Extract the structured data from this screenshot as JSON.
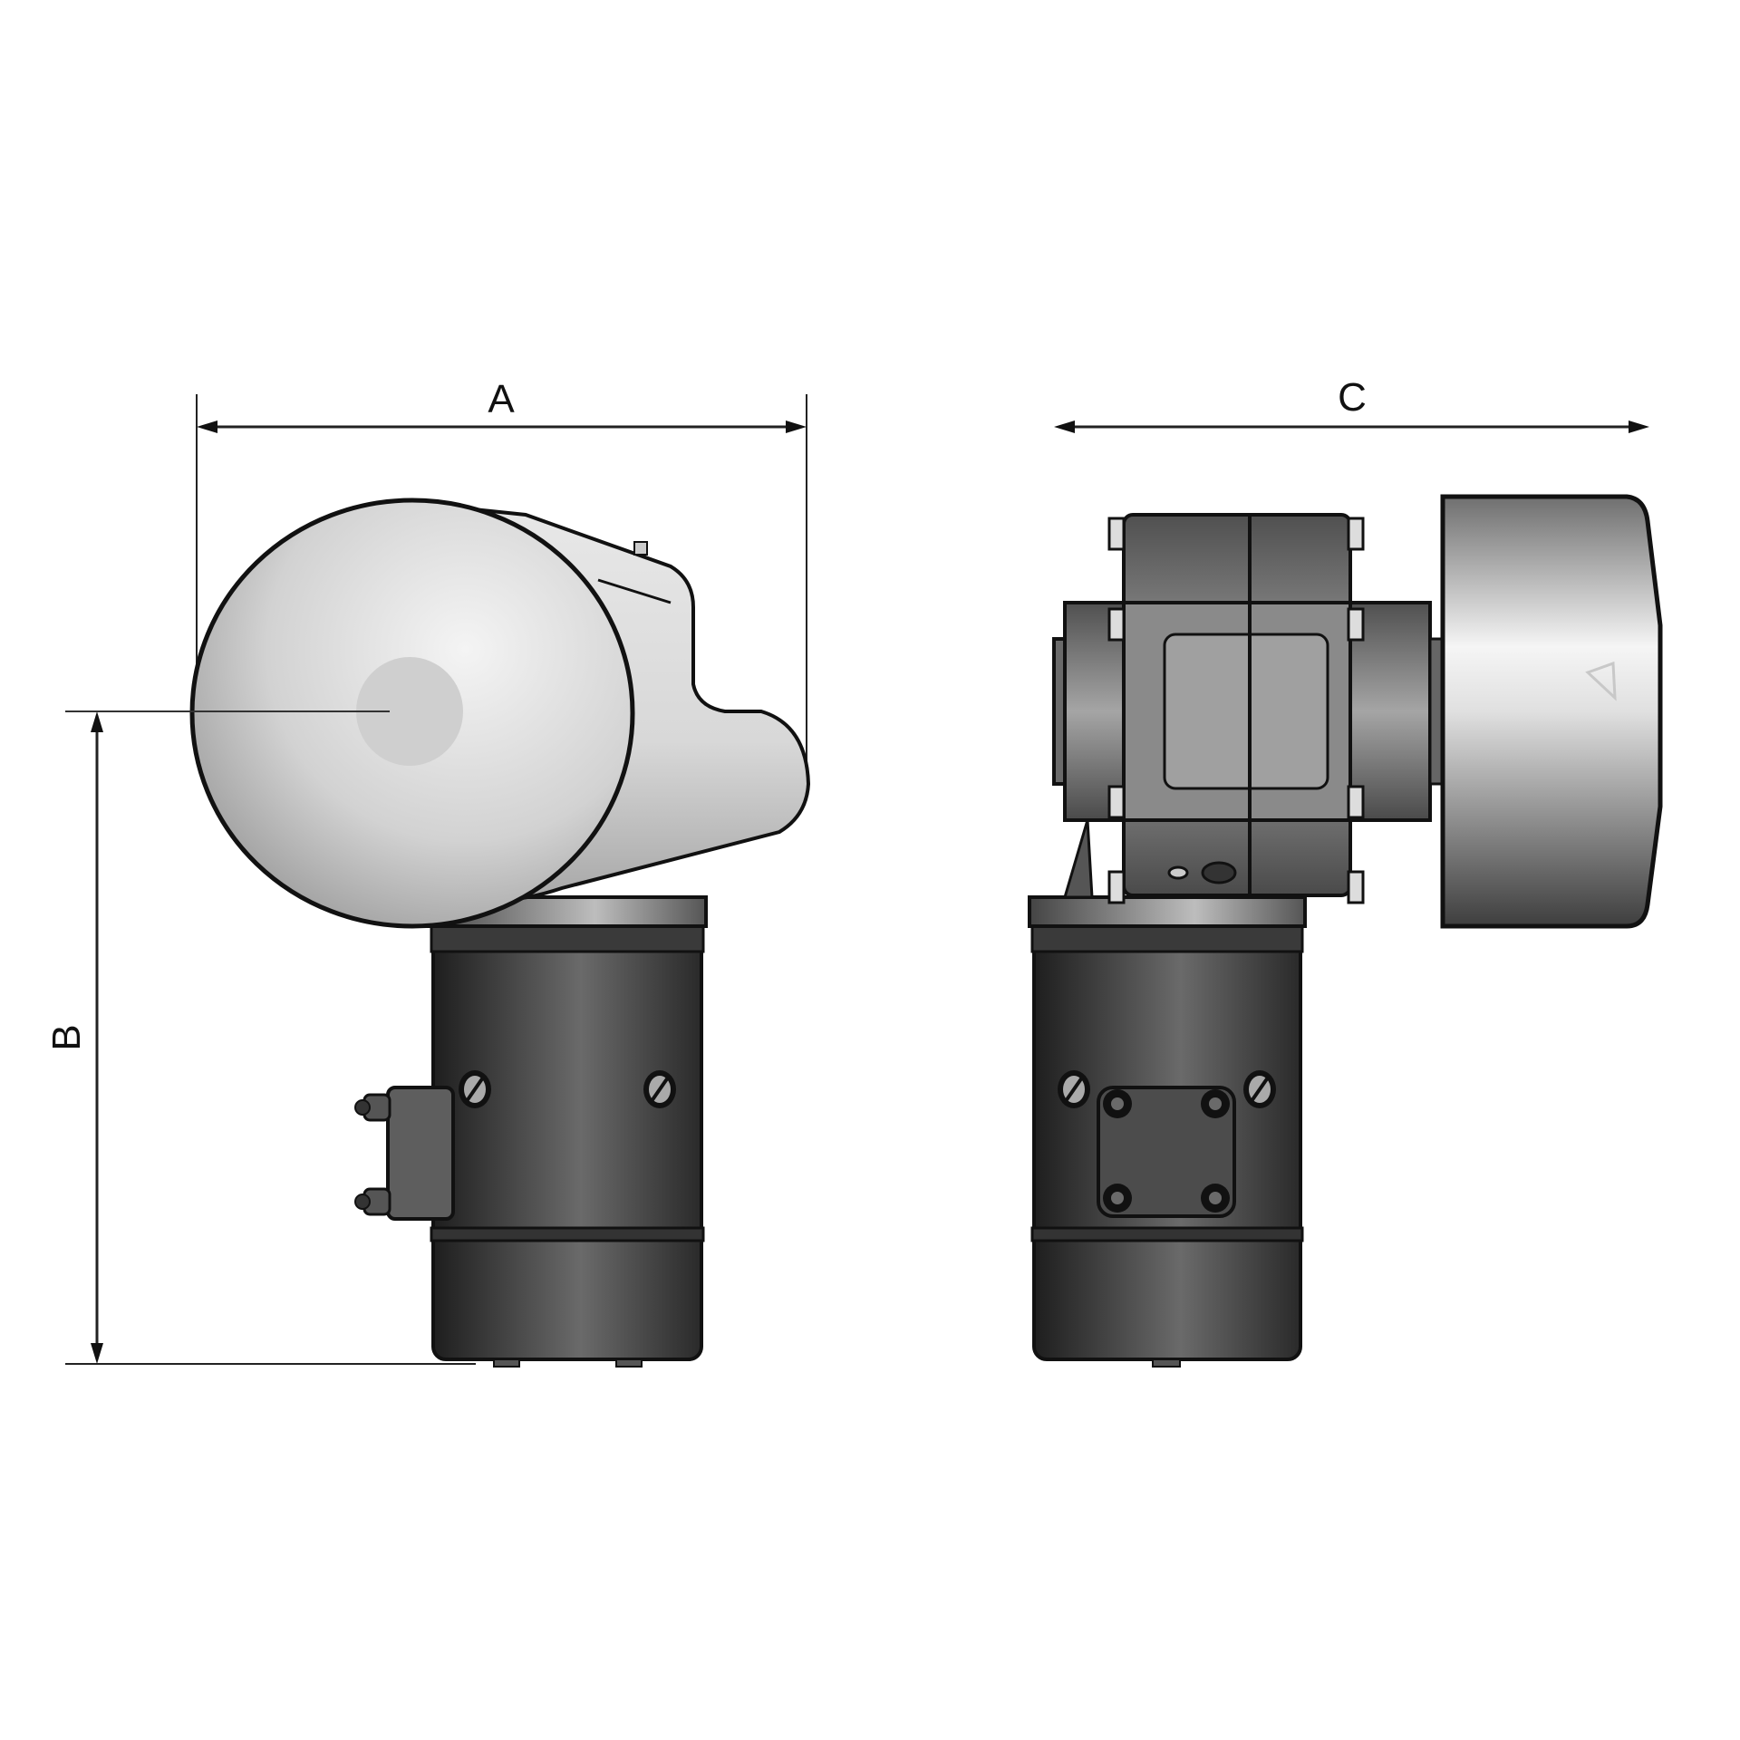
{
  "diagram": {
    "type": "technical dimension drawing",
    "subject": "electric windlass / capstan with vertical motor",
    "views": [
      {
        "name": "side view",
        "parts": [
          "drum",
          "gearbox housing",
          "motor",
          "terminal box"
        ]
      },
      {
        "name": "front view",
        "parts": [
          "gearbox",
          "drum",
          "motor",
          "terminal cover plate"
        ]
      }
    ]
  },
  "dimensions": {
    "A": {
      "label": "A",
      "description": "overall width, side view"
    },
    "B": {
      "label": "B",
      "description": "height from drum axis to base"
    },
    "C": {
      "label": "C",
      "description": "overall width, front view"
    }
  },
  "colors": {
    "line": "#111111",
    "drum_light": "#e6e6e6",
    "drum_mid": "#b0b0b0",
    "motor_dark": "#2c2c2c",
    "motor_mid": "#6a6a6a",
    "gearbox": "#777777",
    "background": "#ffffff"
  }
}
